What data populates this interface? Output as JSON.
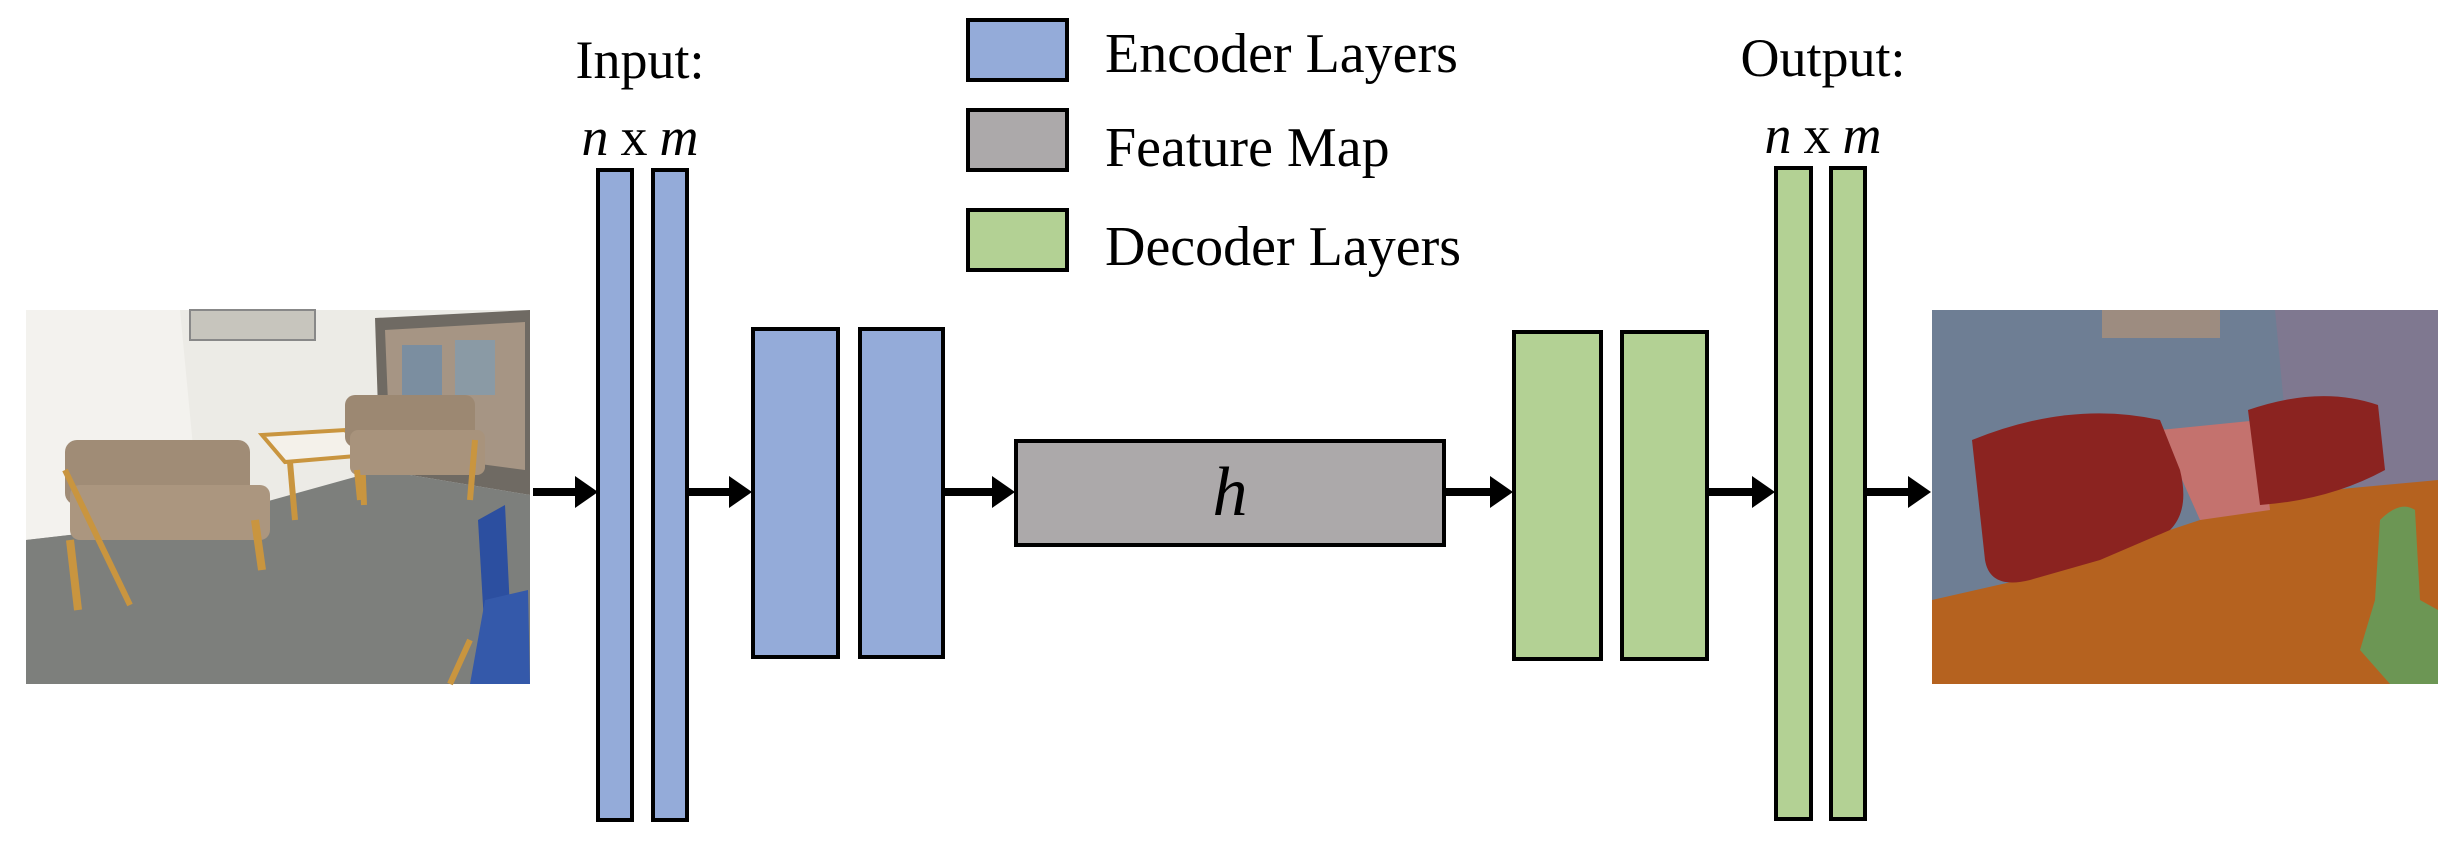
{
  "colors": {
    "encoder": "#94abd9",
    "feature": "#aca9aa",
    "decoder": "#b3d194",
    "stroke": "#000000"
  },
  "legend": [
    {
      "label": "Encoder Layers",
      "color_key": "encoder"
    },
    {
      "label": "Feature Map",
      "color_key": "feature"
    },
    {
      "label": "Decoder Layers",
      "color_key": "decoder"
    }
  ],
  "input": {
    "title": "Input:",
    "dim_n": "n",
    "dim_x": "x",
    "dim_m": "m"
  },
  "output": {
    "title": "Output:",
    "dim_n": "n",
    "dim_x": "x",
    "dim_m": "m"
  },
  "feature_map": {
    "label": "h"
  },
  "icons": {
    "input_image": "room-photo-icon",
    "output_image": "segmentation-map-icon",
    "arrow": "right-arrow-icon"
  }
}
